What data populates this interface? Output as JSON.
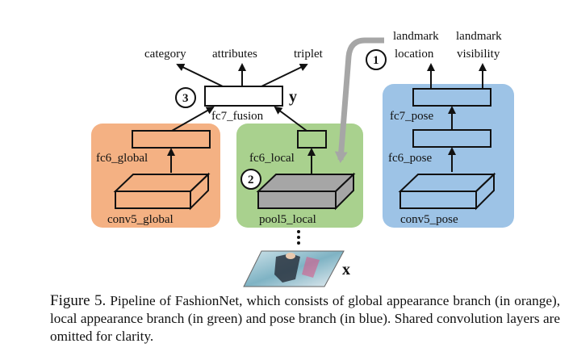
{
  "figure": {
    "outputs": {
      "category": "category",
      "attributes": "attributes",
      "triplet": "triplet"
    },
    "fusion": {
      "label": "fc7_fusion",
      "var": "y",
      "step": "3"
    },
    "global_branch": {
      "fc6": "fc6_global",
      "conv5": "conv5_global",
      "color": "#f4b183"
    },
    "local_branch": {
      "fc6": "fc6_local",
      "pool5": "pool5_local",
      "step": "2",
      "color": "#a9d18e"
    },
    "pose_branch": {
      "fc7": "fc7_pose",
      "fc6": "fc6_pose",
      "conv5": "conv5_pose",
      "color": "#9dc3e6"
    },
    "landmarks": {
      "location": [
        "landmark",
        "location"
      ],
      "visibility": [
        "landmark",
        "visibility"
      ],
      "step": "1"
    },
    "input": {
      "var": "x"
    },
    "colors": {
      "gray_arrow": "#a6a6a6",
      "pool_fill": "#a6a6a6"
    }
  },
  "caption": {
    "label": "Figure 5.",
    "text": "Pipeline of FashionNet, which consists of global appearance branch (in orange), local appearance branch (in green) and pose branch (in blue). Shared convolution layers are omitted for clarity."
  }
}
